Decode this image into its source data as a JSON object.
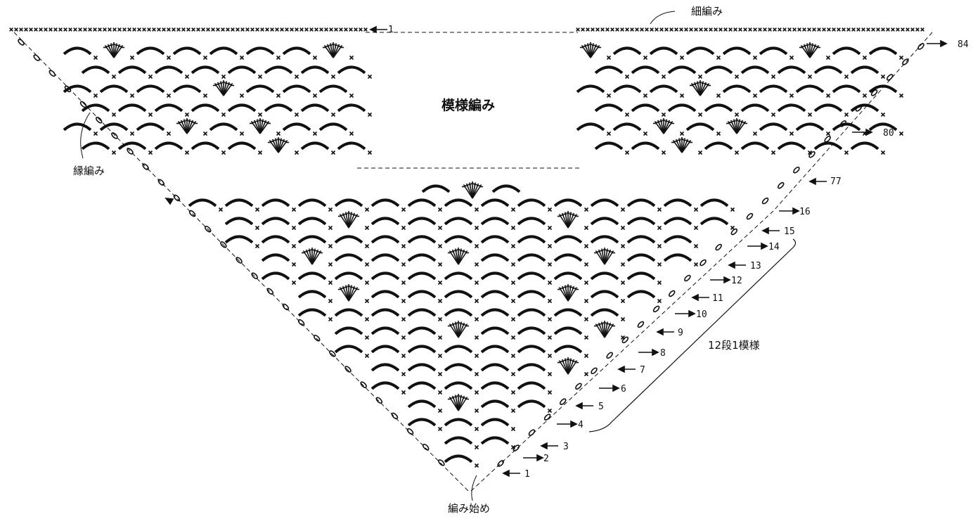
{
  "labels": {
    "edge_top": "細編み",
    "pattern": "模様編み",
    "edging_left": "縁編み",
    "start": "編み始め",
    "repeat": "12段1模様"
  },
  "row_markers": [
    {
      "num": "1",
      "dir": "left"
    },
    {
      "num": "84",
      "dir": "right"
    },
    {
      "num": "80",
      "dir": "right"
    },
    {
      "num": "77",
      "dir": "left"
    },
    {
      "num": "16",
      "dir": "right"
    },
    {
      "num": "15",
      "dir": "left"
    },
    {
      "num": "14",
      "dir": "right"
    },
    {
      "num": "13",
      "dir": "left"
    },
    {
      "num": "12",
      "dir": "right"
    },
    {
      "num": "11",
      "dir": "left"
    },
    {
      "num": "10",
      "dir": "right"
    },
    {
      "num": "9",
      "dir": "left"
    },
    {
      "num": "8",
      "dir": "right"
    },
    {
      "num": "7",
      "dir": "left"
    },
    {
      "num": "6",
      "dir": "right"
    },
    {
      "num": "5",
      "dir": "left"
    },
    {
      "num": "4",
      "dir": "right"
    },
    {
      "num": "3",
      "dir": "left"
    },
    {
      "num": "2",
      "dir": "right"
    },
    {
      "num": "1",
      "dir": "left"
    }
  ],
  "colors": {
    "ink": "#111111",
    "paper": "#ffffff"
  }
}
